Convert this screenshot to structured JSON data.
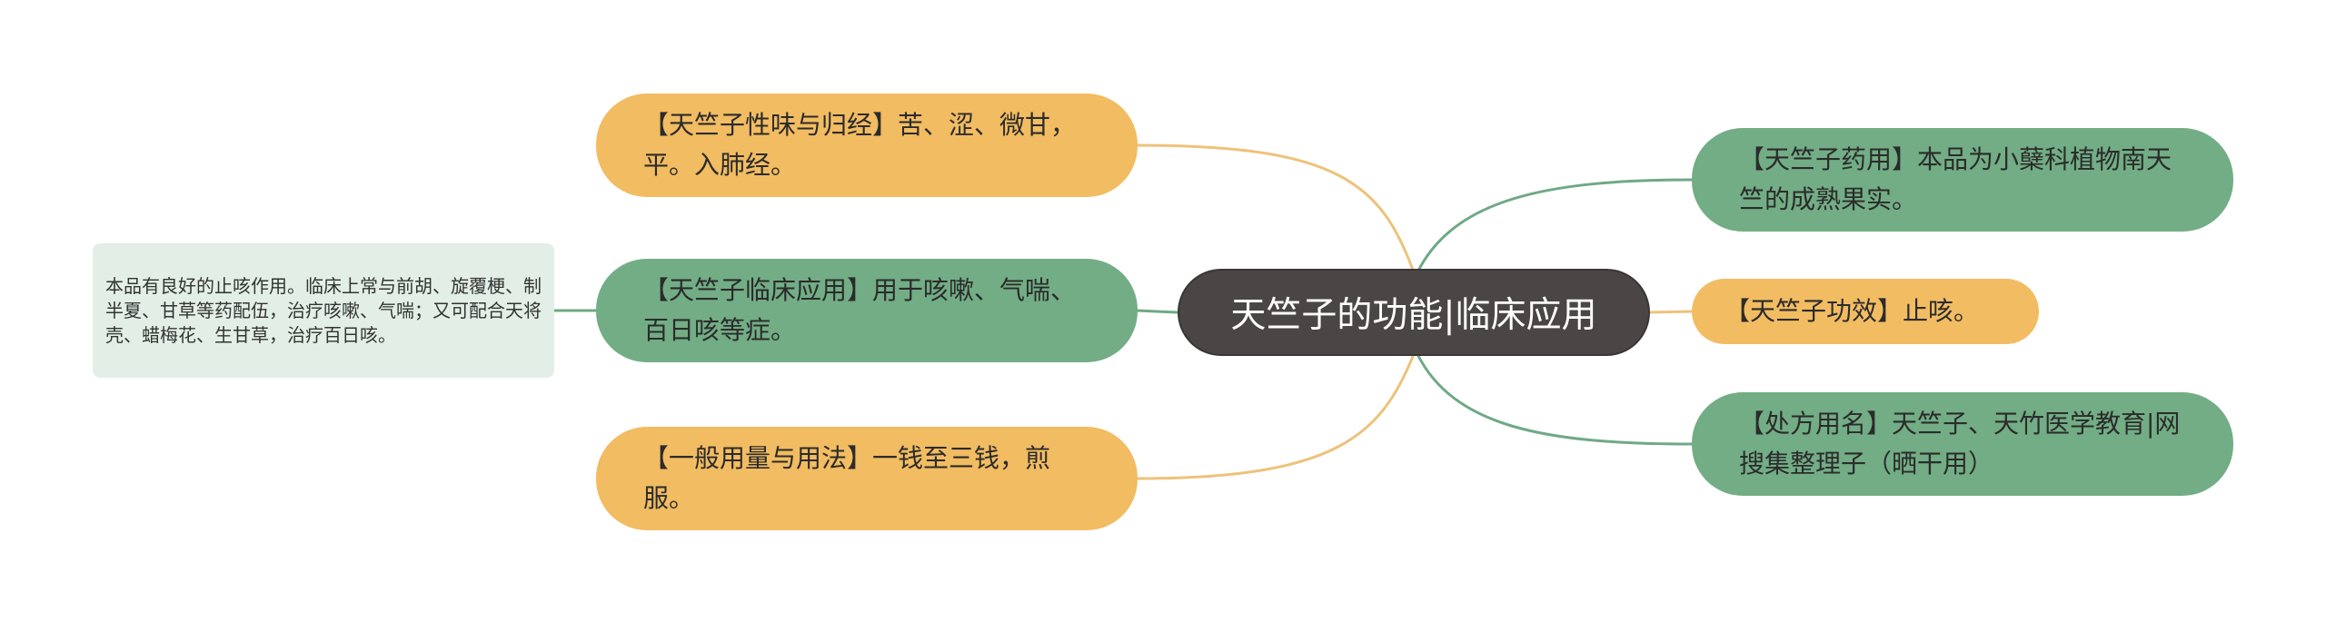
{
  "colors": {
    "root": "#4b4646",
    "orange": "#f2bc62",
    "green": "#72ad85",
    "detail_bg": "#e3efe6",
    "line_orange": "#eec27a",
    "line_green": "#6fa985"
  },
  "root": {
    "label": "天竺子的功能|临床应用"
  },
  "left": {
    "xingwei": "【天竺子性味与归经】苦、涩、微甘，平。入肺经。",
    "linchuang": "【天竺子临床应用】用于咳嗽、气喘、百日咳等症。",
    "yongliang": "【一般用量与用法】一钱至三钱，煎服。",
    "detail": "本品有良好的止咳作用。临床上常与前胡、旋覆梗、制半夏、甘草等药配伍，治疗咳嗽、气喘；又可配合天将壳、蜡梅花、生甘草，治疗百日咳。"
  },
  "right": {
    "yaoyong": "【天竺子药用】本品为小蘖科植物南天竺的成熟果实。",
    "gongxiao": "【天竺子功效】止咳。",
    "chufang": "【处方用名】天竺子、天竹医学教育|网搜集整理子（晒干用）"
  }
}
